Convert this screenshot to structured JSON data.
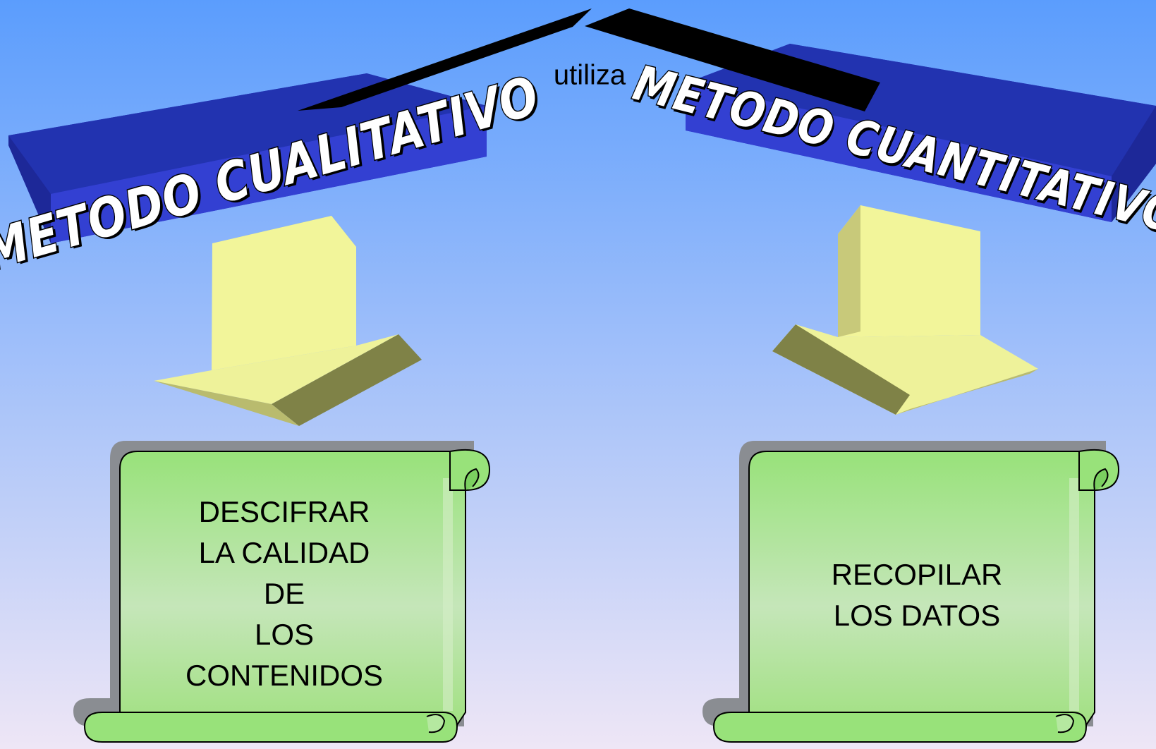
{
  "connector": {
    "label": "utiliza"
  },
  "banners": {
    "left": {
      "title": "METODO CUALITATIVO"
    },
    "right": {
      "title": "METODO CUANTITATIVO"
    }
  },
  "scrolls": {
    "left": {
      "lines": [
        "DESCIFRAR",
        "LA CALIDAD",
        "DE",
        "LOS",
        "CONTENIDOS"
      ]
    },
    "right": {
      "lines": [
        "RECOPILAR",
        "LOS DATOS"
      ]
    }
  },
  "colors": {
    "background_top": "#5b9dfd",
    "background_bottom": "#eee6f6",
    "banner_front": "#2f37c8",
    "banner_top": "#2233b0",
    "arrow_face": "#f2f59a",
    "arrow_shadow": "#7f8247",
    "scroll_green": "#98e27a",
    "scroll_shadow": "#8a8d92"
  }
}
